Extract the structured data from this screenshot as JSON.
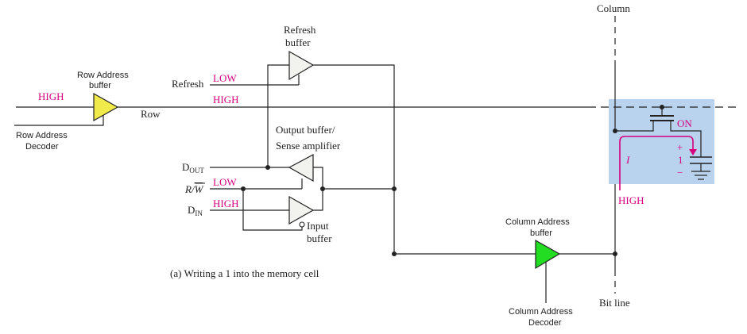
{
  "labels": {
    "column_top": "Column",
    "bit_line": "Bit line",
    "refresh_buffer_1": "Refresh",
    "refresh_buffer_2": "buffer",
    "row_addr_buffer_1": "Row Address",
    "row_addr_buffer_2": "buffer",
    "refresh": "Refresh",
    "row": "Row",
    "row_addr_decoder_1": "Row Address",
    "row_addr_decoder_2": "Decoder",
    "output_buffer_1": "Output buffer/",
    "output_buffer_2": "Sense amplifier",
    "dout_main": "D",
    "dout_sub": "OUT",
    "rw_r": "R/",
    "rw_w": "W",
    "din_main": "D",
    "din_sub": "IN",
    "input_buffer_1": "Input",
    "input_buffer_2": "buffer",
    "col_addr_buffer_1": "Column Address",
    "col_addr_buffer_2": "buffer",
    "col_addr_decoder_1": "Column Address",
    "col_addr_decoder_2": "Decoder",
    "caption": "(a) Writing a 1 into the memory cell"
  },
  "signals": {
    "high_left": "HIGH",
    "refresh_low": "LOW",
    "row_high": "HIGH",
    "rw_low": "LOW",
    "din_high": "HIGH",
    "bit_high": "HIGH",
    "on": "ON",
    "current": "I",
    "plus": "+",
    "one": "1",
    "minus": "−"
  },
  "colors": {
    "signal_magenta": "#d6007f",
    "row_buffer_fill": "#f0ea4a",
    "column_buffer_fill": "#22dd22",
    "buffer_fill": "#f2f2ee",
    "cell_highlight": "#b9d3ee",
    "wire": "#222222"
  }
}
